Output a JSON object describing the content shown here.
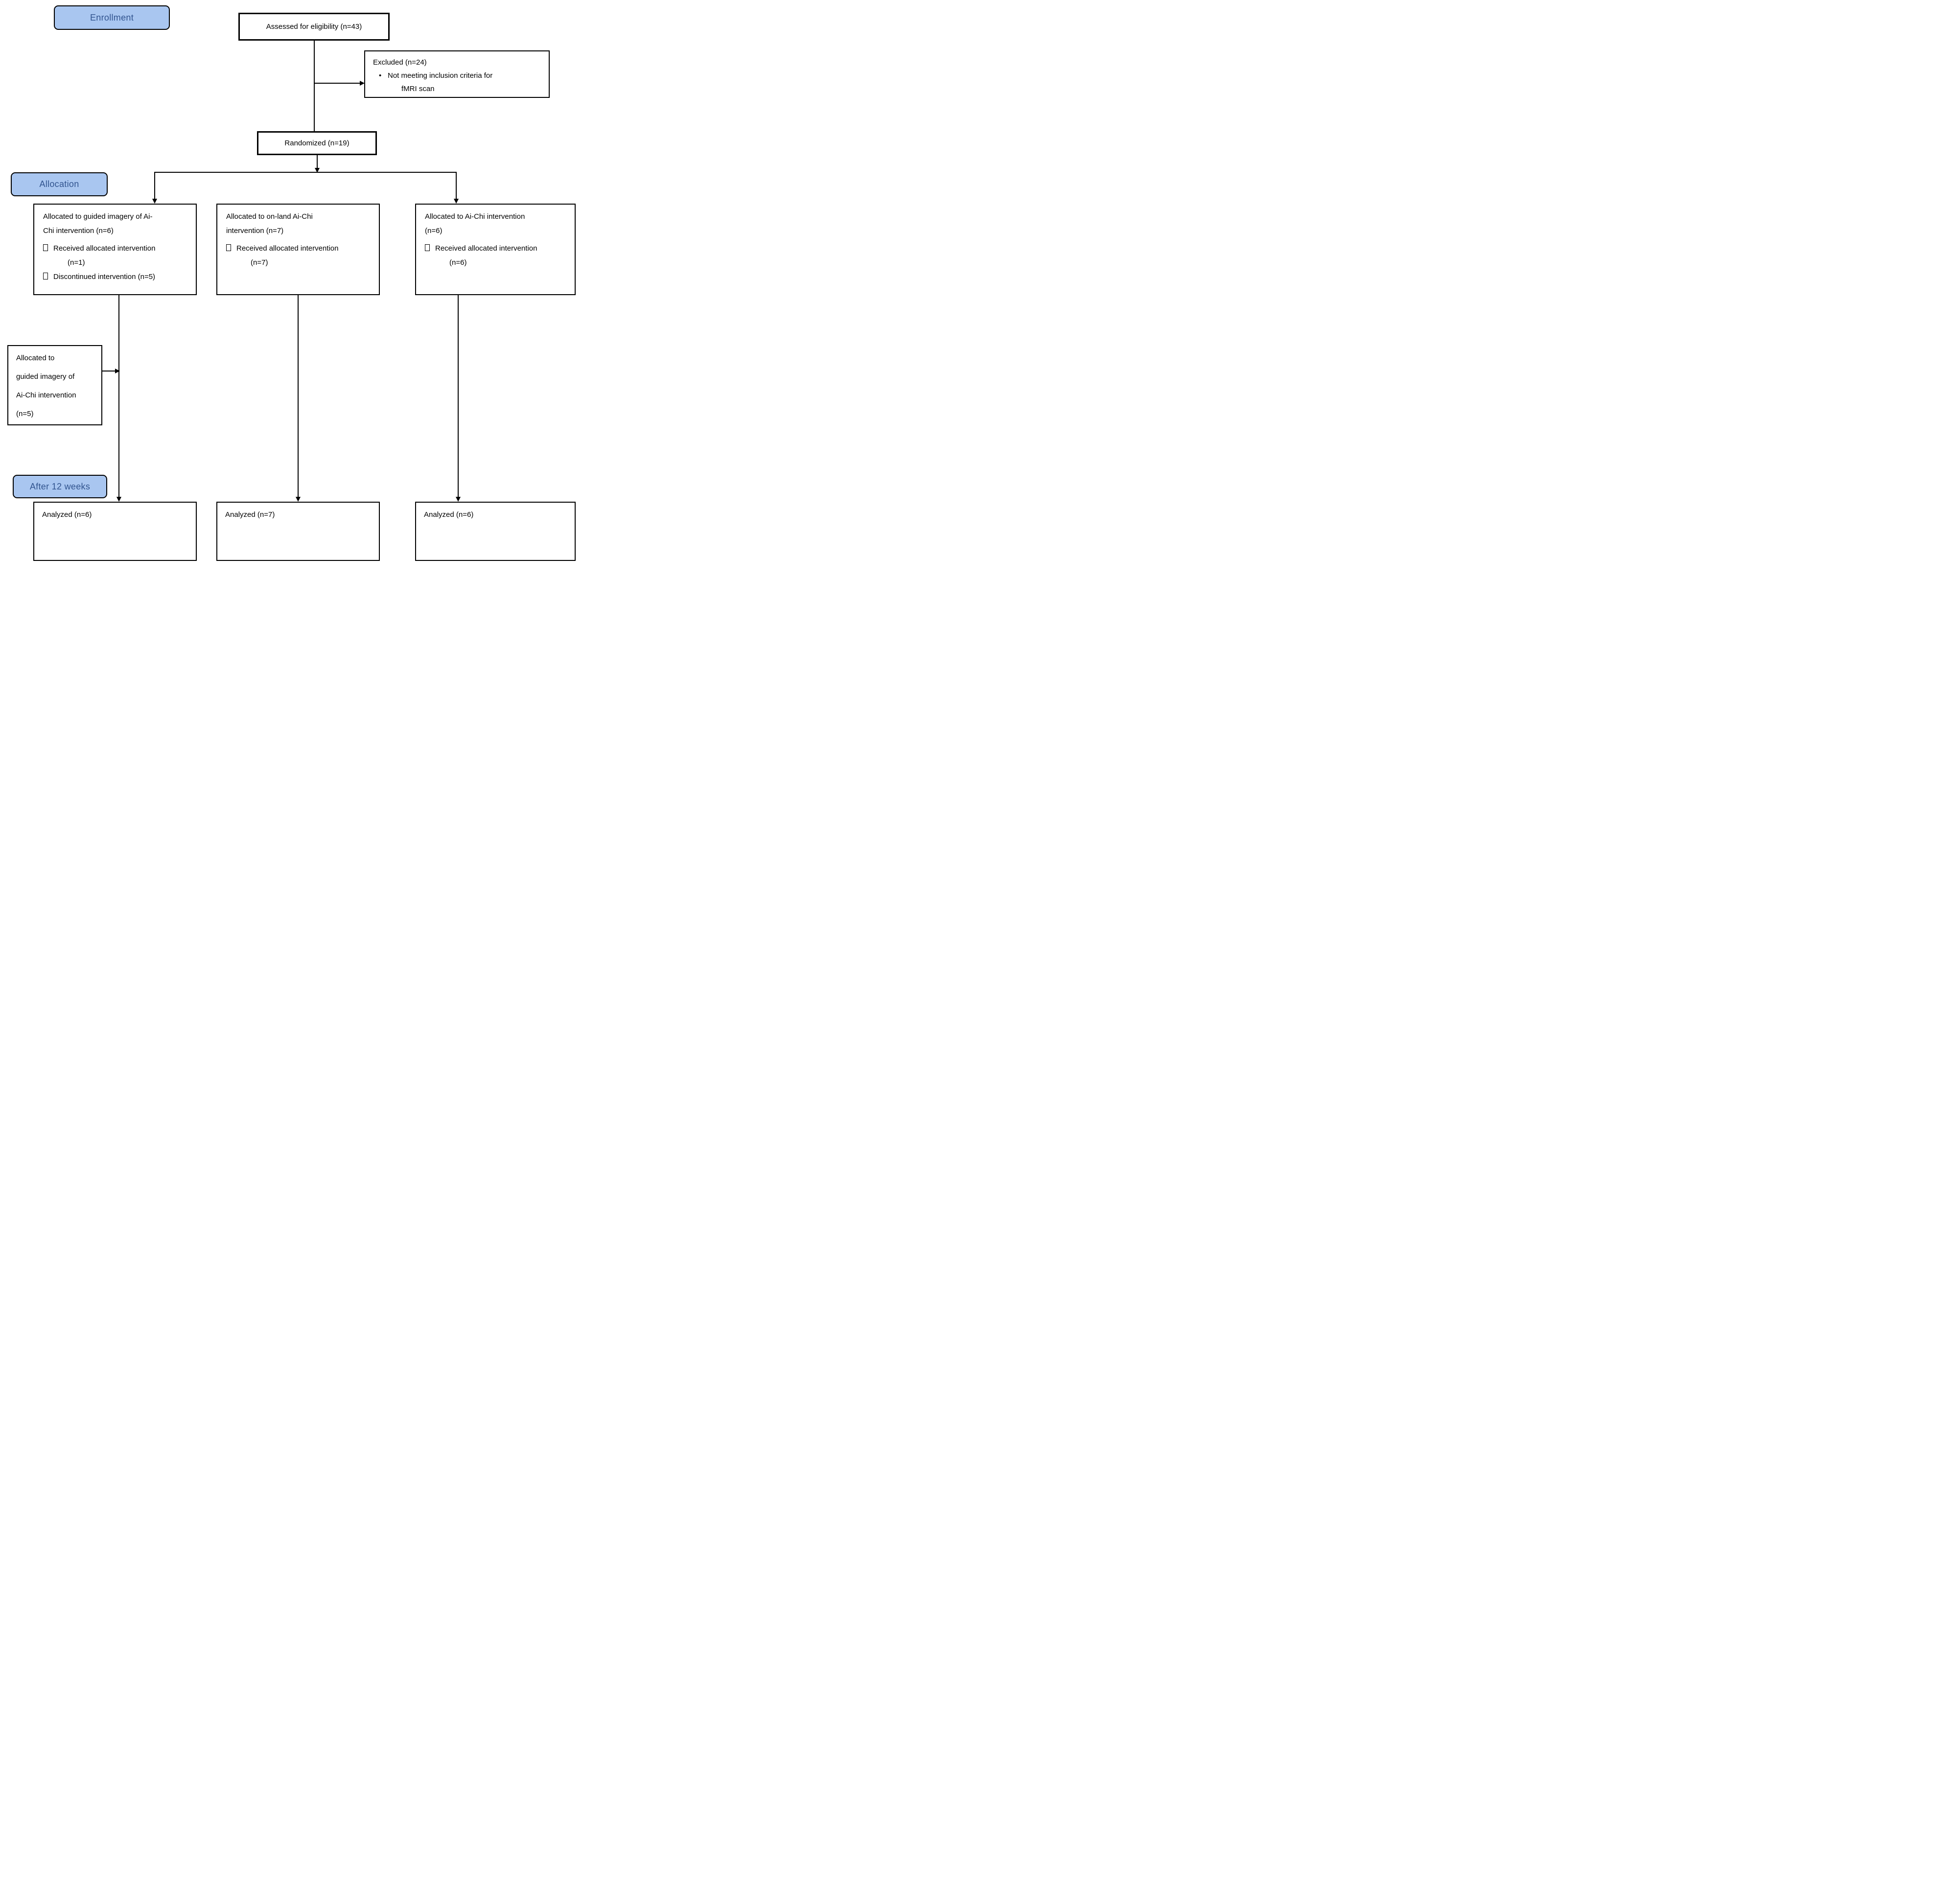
{
  "stages": {
    "enrollment": "Enrollment",
    "allocation": "Allocation",
    "after12": "After 12 weeks"
  },
  "boxes": {
    "assessed": {
      "text": "Assessed for eligibility (n=43)"
    },
    "excluded": {
      "title": "Excluded (n=24)",
      "bullet": "•",
      "reason1": "Not meeting inclusion criteria for",
      "reason2": "fMRI scan"
    },
    "randomized": {
      "text": "Randomized (n=19)"
    },
    "alloc_guided": {
      "line1": "Allocated to guided imagery of Ai-",
      "line2": "Chi intervention (n=6)",
      "item1": "Received allocated intervention",
      "item1_n": "(n=1)",
      "item2": "Discontinued intervention (n=5)"
    },
    "alloc_onland": {
      "line1": "Allocated to on-land Ai-Chi",
      "line2": "intervention (n=7)",
      "item1": "Received allocated intervention",
      "item1_n": "(n=7)"
    },
    "alloc_aichi": {
      "line1": "Allocated to Ai-Chi intervention",
      "line2": "(n=6)",
      "item1": "Received allocated intervention",
      "item1_n": "(n=6)"
    },
    "realloc_guided": {
      "line1": "Allocated to",
      "line2": "guided imagery of",
      "line3": "Ai-Chi intervention",
      "line4": "(n=5)"
    },
    "analyzed_guided": {
      "text": "Analyzed (n=6)"
    },
    "analyzed_onland": {
      "text": "Analyzed (n=7)"
    },
    "analyzed_aichi": {
      "text": "Analyzed (n=6)"
    }
  },
  "colors": {
    "stage_fill": "#a9c6f0",
    "stage_border": "#000000",
    "stage_text": "#31548f",
    "box_border": "#000000",
    "line": "#000000"
  }
}
